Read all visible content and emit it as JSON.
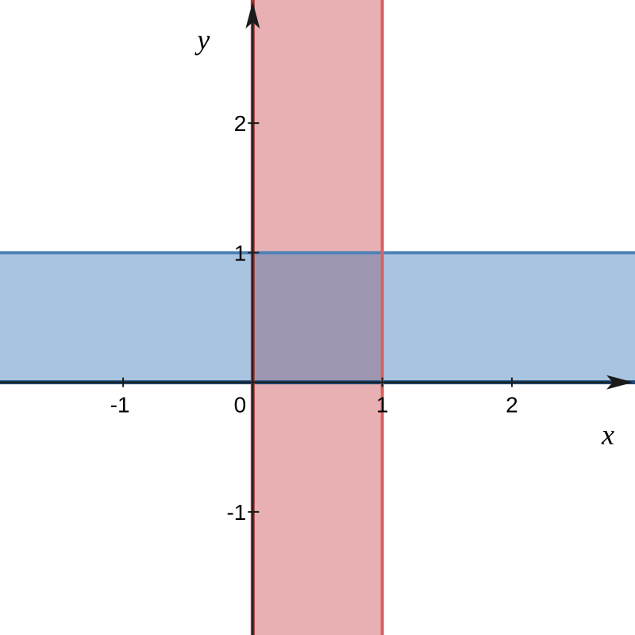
{
  "chart_data": {
    "type": "area",
    "title": "",
    "xlabel": "x",
    "ylabel": "y",
    "xlim": [
      -1.95,
      2.95
    ],
    "ylim": [
      -1.95,
      2.95
    ],
    "grid": false,
    "x_ticks": [
      -1,
      0,
      1,
      2
    ],
    "x_tick_labels": [
      "-1",
      "0",
      "1",
      "2"
    ],
    "y_ticks": [
      -1,
      1,
      2
    ],
    "y_tick_labels": [
      "-1",
      "1",
      "2"
    ],
    "regions": [
      {
        "orientation": "vertical",
        "x_range": [
          0,
          1
        ],
        "fill_color": "#e8b0b2",
        "edge_color": "#d8635f",
        "left_edge_color": "#a33a35"
      },
      {
        "orientation": "horizontal",
        "y_range": [
          0,
          1
        ],
        "fill_color": "#a8c4e0",
        "edge_color": "#4e82b8",
        "bottom_edge_color": "#1f4e7a"
      }
    ],
    "overlap_color": "#9c96b3",
    "axis_color": "#1a1a1a"
  }
}
